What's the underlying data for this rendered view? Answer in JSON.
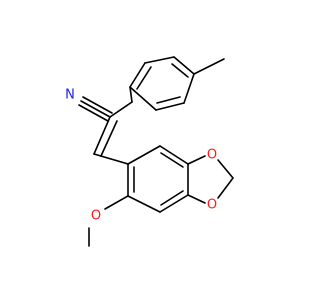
{
  "molecule": {
    "atom_labels": {
      "nitrile_nitrogen": "N",
      "dioxole_oxygen_upper": "O",
      "dioxole_oxygen_lower": "O",
      "methoxy_oxygen": "O"
    }
  },
  "colors": {
    "background": "#ffffff",
    "bond": "#000000",
    "nitrogen": "#1f1fe6",
    "oxygen": "#ff1a1a"
  }
}
